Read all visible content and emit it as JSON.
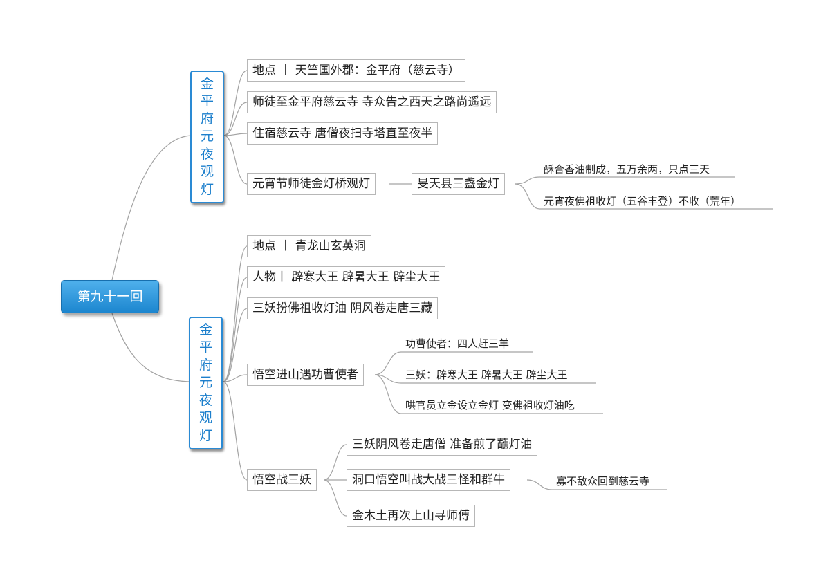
{
  "root": "第九十一回",
  "chapters": [
    {
      "title": [
        "金",
        "平",
        "府",
        "元",
        "夜",
        "观",
        "灯"
      ],
      "items": {
        "place": "地点 丨 天竺国外郡：金平府（慈云寺）",
        "arrive": "师徒至金平府慈云寺 寺众告之西天之路尚遥远",
        "stay": "住宿慈云寺 唐僧夜扫寺塔直至夜半",
        "lantern_festival": "元宵节师徒金灯桥观灯",
        "three_lamps": "旻天县三盏金灯",
        "lamp_oil": "酥合香油制成，五万余两，只点三天",
        "buddha_collect": "元宵夜佛祖收灯（五谷丰登）不收（荒年）"
      }
    },
    {
      "title": [
        "金",
        "平",
        "府",
        "元",
        "夜",
        "观",
        "灯"
      ],
      "items": {
        "place": "地点 丨 青龙山玄英洞",
        "people": "人物丨 辟寒大王 辟暑大王 辟尘大王",
        "disguise": "三妖扮佛祖收灯油 阴风卷走唐三藏",
        "meet_envoy": "悟空进山遇功曹使者",
        "envoy": "功曹使者：四人赶三羊",
        "three_demons": "三妖：辟寒大王 辟暑大王 辟尘大王",
        "deceive": "哄官员立金设立金灯 变佛祖收灯油吃",
        "battle": "悟空战三妖",
        "fry_oil": "三妖阴风卷走唐僧 准备煎了蘸灯油",
        "cave_fight": "洞口悟空叫战大战三怪和群牛",
        "outnumbered": "寡不敌众回到慈云寺",
        "return": "金木土再次上山寻师傅"
      }
    }
  ],
  "colors": {
    "root": "#2196dc",
    "chapter_border": "#2a8ad4",
    "line": "#9a9a9a"
  }
}
